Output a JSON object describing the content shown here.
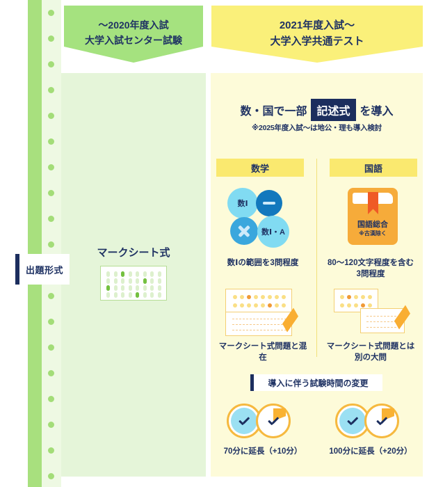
{
  "colors": {
    "green_header": "#a5e27f",
    "yellow_header": "#faf07a",
    "panel_green": "#e5f5d9",
    "panel_yellow": "#fdfbd9",
    "navy": "#1c2e5e",
    "accent_orange": "#f6ab3a",
    "accent_blue": "#81dbf2"
  },
  "headers": {
    "left": {
      "line1": "〜2020年度入試",
      "line2": "大学入試センター試験"
    },
    "right": {
      "line1": "2021年度入試〜",
      "line2": "大学入学共通テスト"
    }
  },
  "row_label": "出題形式",
  "left_panel": {
    "title": "マークシート式",
    "sheet_icon": "mark-sheet-icon"
  },
  "right_panel": {
    "statement": {
      "before": "数・国で一部",
      "highlight": "記述式",
      "after": "を導入"
    },
    "note": "※2025年度入試〜は地公・理も導入検討",
    "subjects": [
      {
        "name": "数学",
        "icon_labels": [
          "数Ⅰ",
          "−",
          "×",
          "数Ⅰ・A"
        ],
        "description": "数Ⅰの範囲を3問程度",
        "format": "マークシート式問題と混在",
        "time": "70分に延長（+10分）"
      },
      {
        "name": "国語",
        "book_title": "国語総合",
        "book_note": "※古漢除く",
        "description": "80〜120文字程度を含む\n3問程度",
        "description_line1": "80〜120文字程度を含む",
        "description_line2": "3問程度",
        "format_line1": "マークシート式問題とは",
        "format_line2": "別の大問",
        "time": "100分に延長（+20分）"
      }
    ],
    "time_banner": "導入に伴う試験時間の変更"
  }
}
